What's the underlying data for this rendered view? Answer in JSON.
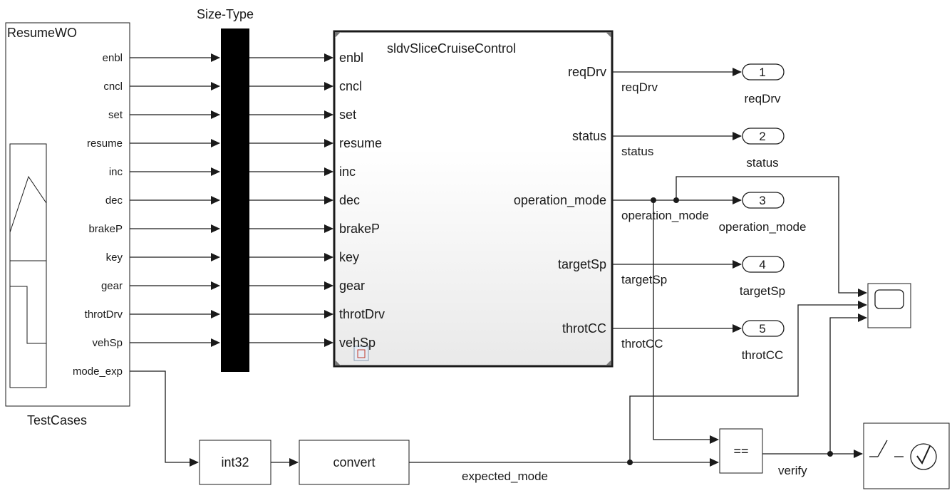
{
  "signal_builder": {
    "title": "ResumeWO",
    "caption": "TestCases",
    "outputs": [
      "enbl",
      "cncl",
      "set",
      "resume",
      "inc",
      "dec",
      "brakeP",
      "key",
      "gear",
      "throtDrv",
      "vehSp",
      "mode_exp"
    ]
  },
  "size_type": {
    "label": "Size-Type"
  },
  "subsystem": {
    "title": "sldvSliceCruiseControl",
    "inputs": [
      "enbl",
      "cncl",
      "set",
      "resume",
      "inc",
      "dec",
      "brakeP",
      "key",
      "gear",
      "throtDrv",
      "vehSp"
    ],
    "outputs": [
      "reqDrv",
      "status",
      "operation_mode",
      "targetSp",
      "throtCC"
    ]
  },
  "signals": {
    "output_lines": [
      "reqDrv",
      "status",
      "operation_mode",
      "targetSp",
      "throtCC"
    ],
    "expected_mode": "expected_mode",
    "verify": "verify"
  },
  "outports": [
    {
      "num": "1",
      "name": "reqDrv"
    },
    {
      "num": "2",
      "name": "status"
    },
    {
      "num": "3",
      "name": "operation_mode"
    },
    {
      "num": "4",
      "name": "targetSp"
    },
    {
      "num": "5",
      "name": "throtCC"
    }
  ],
  "blocks": {
    "int32": "int32",
    "convert": "convert",
    "relational": "=="
  }
}
